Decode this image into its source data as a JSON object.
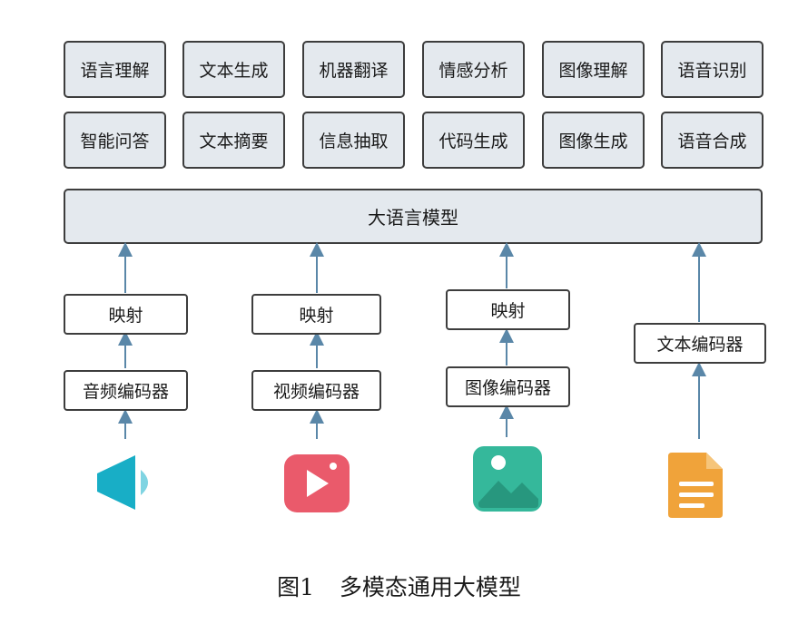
{
  "tasks": [
    [
      "语言理解",
      "文本生成",
      "机器翻译",
      "情感分析",
      "图像理解",
      "语音识别"
    ],
    [
      "智能问答",
      "文本摘要",
      "信息抽取",
      "代码生成",
      "图像生成",
      "语音合成"
    ]
  ],
  "llm_label": "大语言模型",
  "pipelines": {
    "audio": {
      "projection": "映射",
      "encoder": "音频编码器"
    },
    "video": {
      "projection": "映射",
      "encoder": "视频编码器"
    },
    "image": {
      "projection": "映射",
      "encoder": "图像编码器"
    },
    "text": {
      "encoder": "文本编码器"
    }
  },
  "icons": {
    "audio": "audio-icon",
    "video": "video-play-icon",
    "image": "image-icon",
    "text": "document-icon"
  },
  "colors": {
    "task_fill": "#e4e9ee",
    "border": "#3d3d3d",
    "arrow": "#5a87a8",
    "audio_icon": "#18aec6",
    "video_icon": "#ea5a6b",
    "image_icon": "#35b89b",
    "text_icon": "#f0a33a"
  },
  "caption": {
    "number": "图1",
    "title": "多模态通用大模型"
  }
}
